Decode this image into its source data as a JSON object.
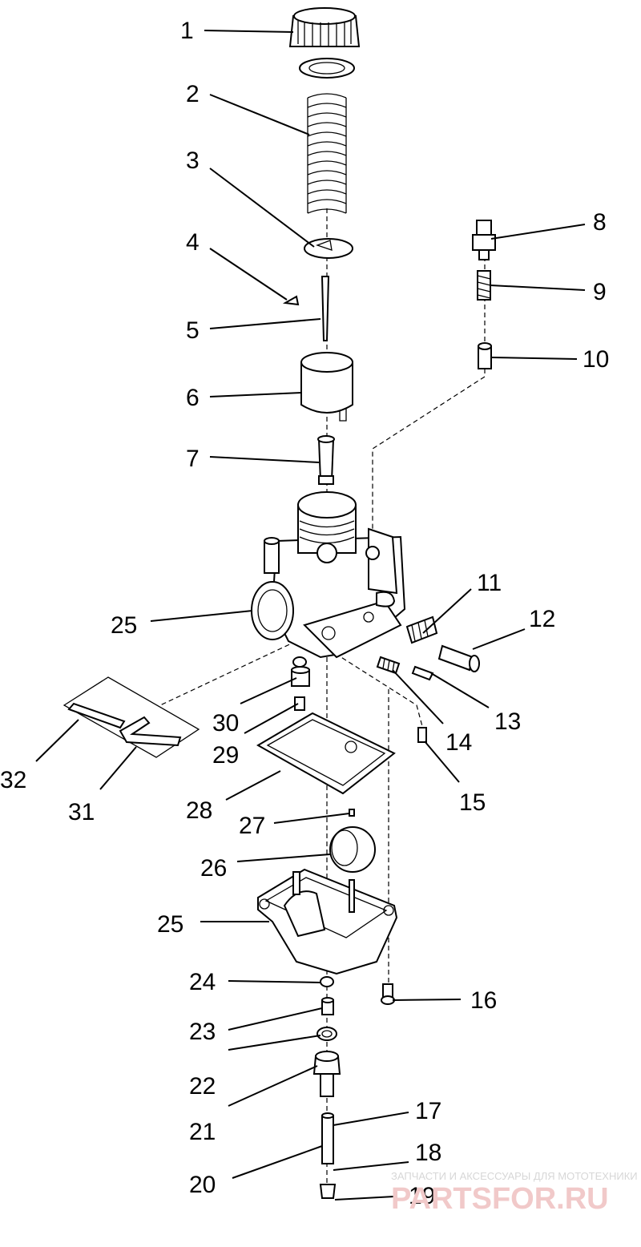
{
  "callouts": [
    {
      "id": "1",
      "text": "1"
    },
    {
      "id": "2",
      "text": "2"
    },
    {
      "id": "3",
      "text": "3"
    },
    {
      "id": "4",
      "text": "4"
    },
    {
      "id": "5",
      "text": "5"
    },
    {
      "id": "6",
      "text": "6"
    },
    {
      "id": "7",
      "text": "7"
    },
    {
      "id": "8",
      "text": "8"
    },
    {
      "id": "9",
      "text": "9"
    },
    {
      "id": "10",
      "text": "10"
    },
    {
      "id": "11",
      "text": "11"
    },
    {
      "id": "12",
      "text": "12"
    },
    {
      "id": "13",
      "text": "13"
    },
    {
      "id": "14",
      "text": "14"
    },
    {
      "id": "15",
      "text": "15"
    },
    {
      "id": "16",
      "text": "16"
    },
    {
      "id": "17",
      "text": "17"
    },
    {
      "id": "18",
      "text": "18"
    },
    {
      "id": "19",
      "text": "19"
    },
    {
      "id": "20",
      "text": "20"
    },
    {
      "id": "21",
      "text": "21"
    },
    {
      "id": "22",
      "text": "22"
    },
    {
      "id": "23",
      "text": "23"
    },
    {
      "id": "24",
      "text": "24"
    },
    {
      "id": "25a",
      "text": "25"
    },
    {
      "id": "25b",
      "text": "25"
    },
    {
      "id": "26",
      "text": "26"
    },
    {
      "id": "27",
      "text": "27"
    },
    {
      "id": "28",
      "text": "28"
    },
    {
      "id": "29",
      "text": "29"
    },
    {
      "id": "30",
      "text": "30"
    },
    {
      "id": "31",
      "text": "31"
    },
    {
      "id": "32",
      "text": "32"
    }
  ],
  "watermark": {
    "line1": "ЗАПЧАСТИ И АКСЕССУАРЫ ДЛЯ МОТОТЕХНИКИ",
    "line2": "PARTSFOR.RU"
  }
}
